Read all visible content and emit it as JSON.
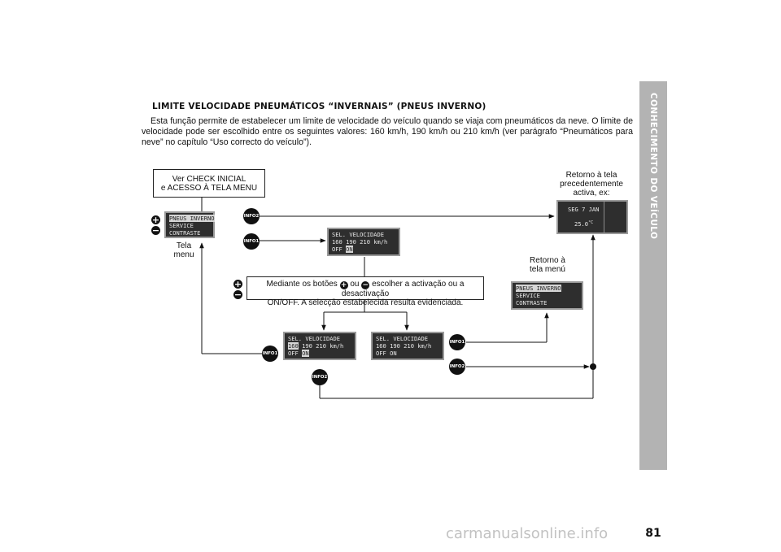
{
  "side_tab": {
    "section": "CONHECIMENTO DO VEÍCULO",
    "page_number": "81"
  },
  "title": "LIMITE VELOCIDADE PNEUMÁTICOS “INVERNAIS” (PNEUS INVERNO)",
  "body": "Esta função permite de estabelecer um limite de velocidade do veículo quando se viaja com pneumáticos da neve. O limite de velocidade pode ser escolhido entre os seguintes valores: 160 km/h, 190 km/h ou 210 km/h (ver parágrafo “Pneumáticos para neve” no capítulo “Uso correcto do veículo”).",
  "diagram": {
    "check_box": {
      "line1": "Ver CHECK INICIAL",
      "line2": "e ACESSO À TELA MENU"
    },
    "menu_display": {
      "line1_hl": "PNEUS INVERNO",
      "line2": "SERVICE",
      "line3": "CONTRASTE"
    },
    "tela_menu_label": {
      "line1": "Tela",
      "line2": "menu"
    },
    "sel_display_on": {
      "line1": "SEL. VELOCIDADE",
      "line2": "160 190 210 km/h",
      "line3a": "OFF ",
      "line3_hl": "ON"
    },
    "instruction": {
      "line1a": "Mediante os botões",
      "line1b": "ou",
      "line1c": "escolher a activação ou a desactivação",
      "line2": "ON/OFF. A selecção estabelecida resulta evidenciada."
    },
    "sel_display_160": {
      "line1": "SEL. VELOCIDADE",
      "line2_hl": "160",
      "line2b": " 190 210 km/h",
      "line3a": "OFF ",
      "line3_hl": "ON"
    },
    "sel_display_off": {
      "line1": "SEL. VELOCIDADE",
      "line2": "160 190 210 km/h",
      "line3": "OFF ON"
    },
    "retorno_previous": {
      "line1": "Retorno à tela",
      "line2": "precedentemente",
      "line3": "activa, ex:"
    },
    "date_display": {
      "date": "SEG 7 JAN",
      "temp": "25.0",
      "unit": "°C"
    },
    "retorno_menu": {
      "line1": "Retorno à",
      "line2": "tela menú"
    },
    "menu_display2": {
      "line1_hl": "PNEUS INVERNO",
      "line2": "SERVICE",
      "line3": "CONTRASTE"
    },
    "plus": "+",
    "minus": "−",
    "info1": "INFO1",
    "info2": "INFO2"
  },
  "watermark": "carmanualsonline.info"
}
